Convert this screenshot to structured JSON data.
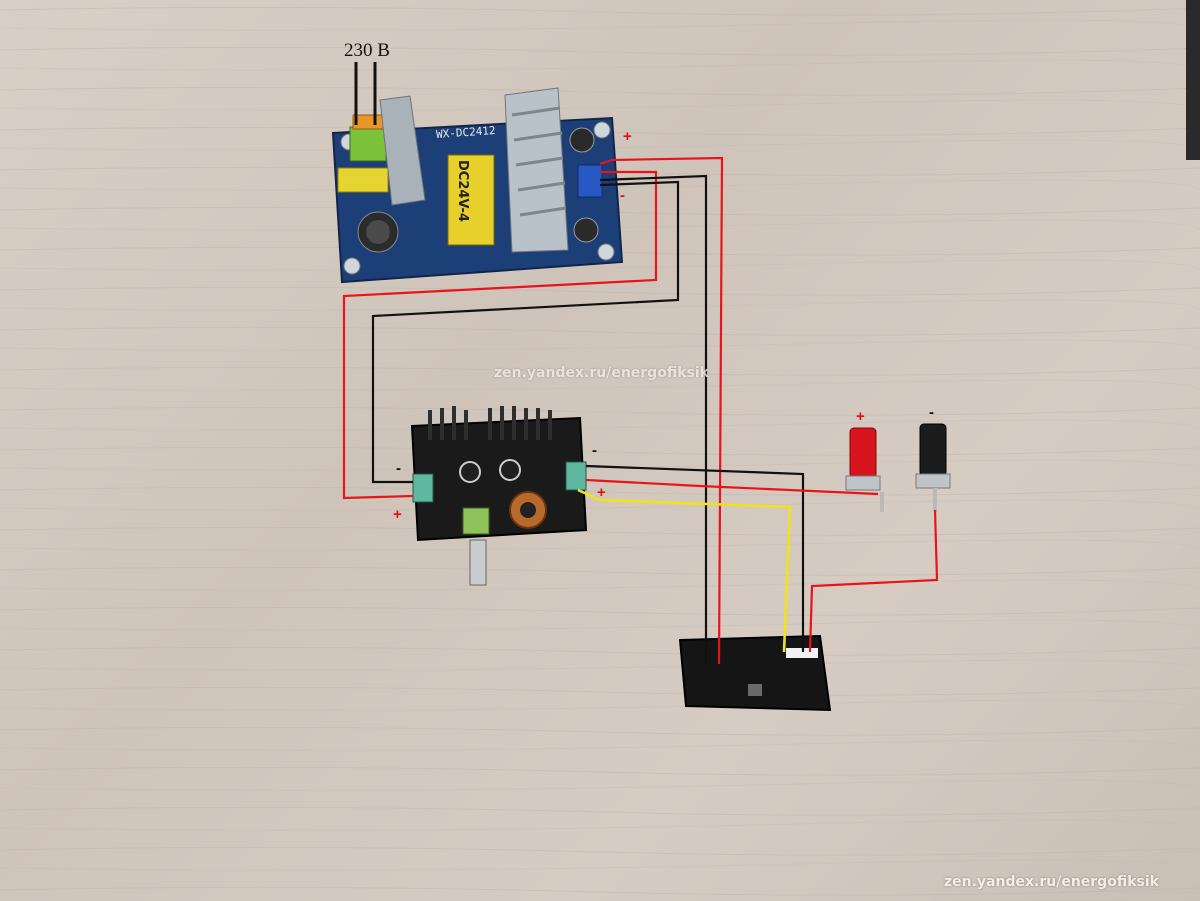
{
  "input_voltage_label": "230 В",
  "psu_board_marking": "WX-DC2412",
  "psu_transformer_marking": "DC24V-4",
  "polarity": {
    "psu_plus": "+",
    "psu_minus": "-",
    "buck_in_minus": "-",
    "buck_in_plus": "+",
    "buck_out_minus": "-",
    "buck_out_plus": "+",
    "terminal_red_plus": "+",
    "terminal_black_minus": "-"
  },
  "watermark_center": "zen.yandex.ru/energofiksik",
  "watermark_corner": "zen.yandex.ru/energofiksik",
  "wire_colors": {
    "positive": "#e8141c",
    "negative": "#111111",
    "signal": "#f2e21a"
  }
}
